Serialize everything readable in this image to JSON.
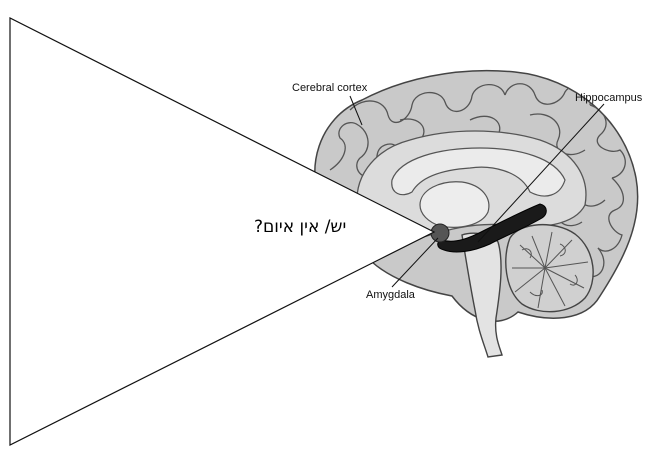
{
  "diagram": {
    "labels": {
      "cerebral_cortex": "Cerebral cortex",
      "hippocampus": "Hippocampus",
      "amygdala": "Amygdala"
    },
    "callout_text": "יש/ אין איום?"
  }
}
